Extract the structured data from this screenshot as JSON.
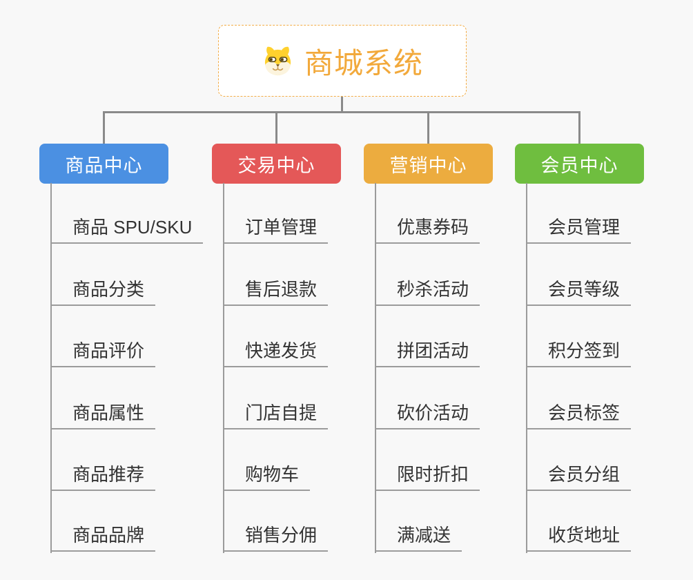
{
  "root": {
    "title": "商城系统",
    "icon": "dog-face-icon",
    "title_color": "#F2A93B",
    "border_color": "#F3AC45"
  },
  "colors": {
    "background": "#F8F8F8",
    "connector": "#8A8A8A",
    "underline": "#9B9B9B",
    "item_text": "#333333"
  },
  "branches": [
    {
      "label": "商品中心",
      "color": "#4B90E2",
      "items": [
        "商品 SPU/SKU",
        "商品分类",
        "商品评价",
        "商品属性",
        "商品推荐",
        "商品品牌"
      ]
    },
    {
      "label": "交易中心",
      "color": "#E45858",
      "items": [
        "订单管理",
        "售后退款",
        "快递发货",
        "门店自提",
        "购物车",
        "销售分佣"
      ]
    },
    {
      "label": "营销中心",
      "color": "#ECAC3F",
      "items": [
        "优惠券码",
        "秒杀活动",
        "拼团活动",
        "砍价活动",
        "限时折扣",
        "满减送"
      ]
    },
    {
      "label": "会员中心",
      "color": "#6FBE3F",
      "items": [
        "会员管理",
        "会员等级",
        "积分签到",
        "会员标签",
        "会员分组",
        "收货地址"
      ]
    }
  ]
}
